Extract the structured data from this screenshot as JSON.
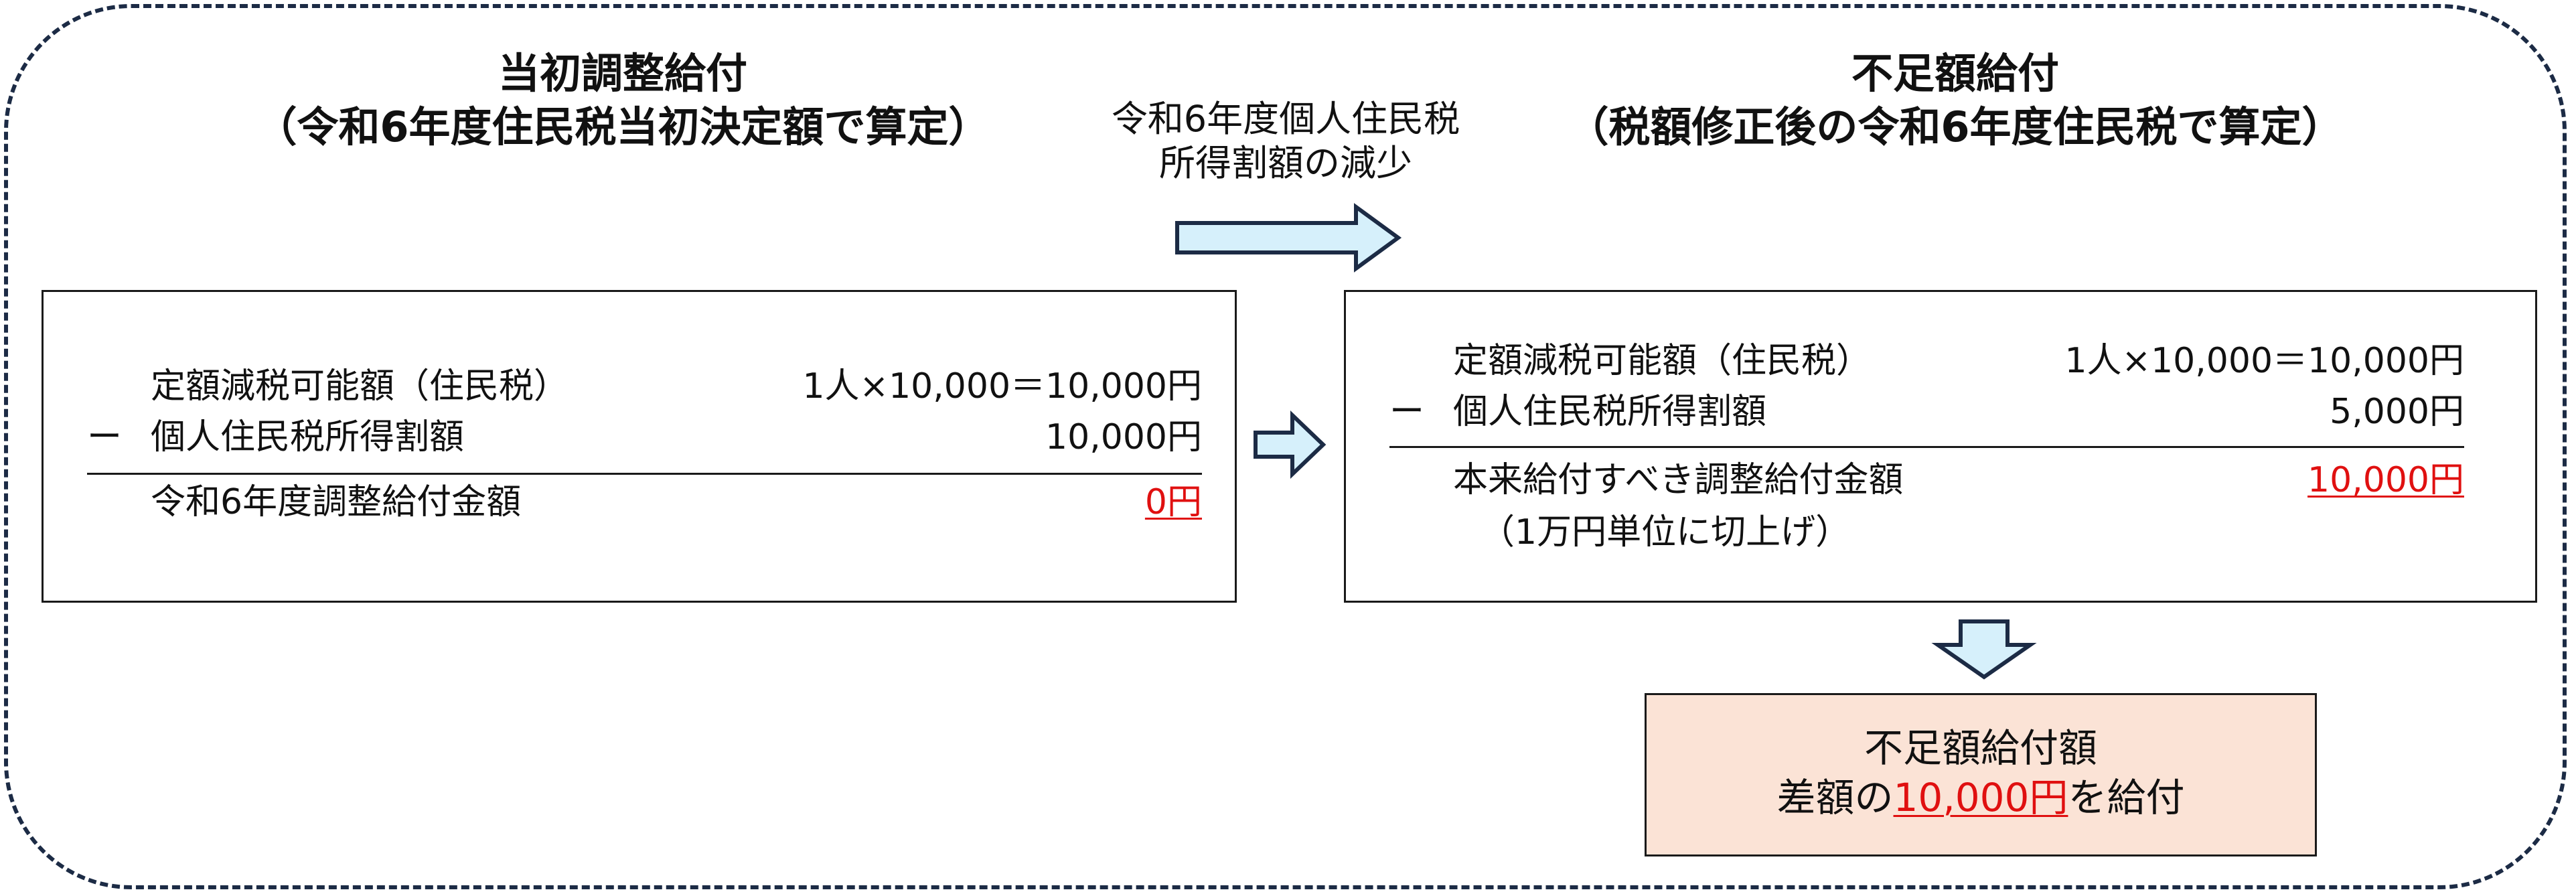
{
  "left_heading": {
    "title": "当初調整給付",
    "subtitle": "（令和6年度住民税当初決定額で算定）"
  },
  "right_heading": {
    "title": "不足額給付",
    "subtitle": "（税額修正後の令和6年度住民税で算定）"
  },
  "middle_label": {
    "line1": "令和6年度個人住民税",
    "line2": "所得割額の減少"
  },
  "left_box": {
    "row1_label": "定額減税可能額（住民税）",
    "row1_value": "1人×10,000＝10,000円",
    "minus_sign": "ー",
    "row2_label": "個人住民税所得割額",
    "row2_value": "10,000円",
    "row3_label": "令和6年度調整給付金額",
    "row3_value": "0円"
  },
  "right_box": {
    "row1_label": "定額減税可能額（住民税）",
    "row1_value": "1人×10,000＝10,000円",
    "minus_sign": "ー",
    "row2_label": "個人住民税所得割額",
    "row2_value": "5,000円",
    "row3_label": "本来給付すべき調整給付金額",
    "row3_note": "（1万円単位に切上げ）",
    "row3_value": "10,000円"
  },
  "result_box": {
    "line1": "不足額給付額",
    "line2_prefix": "差額の",
    "line2_amount": "10,000円",
    "line2_suffix": "を給付"
  },
  "colors": {
    "frame": "#1c2b45",
    "arrow_fill": "#d6f0fb",
    "arrow_stroke": "#1c2b45",
    "highlight_red": "#e01010",
    "result_fill": "#fbe3d6"
  }
}
